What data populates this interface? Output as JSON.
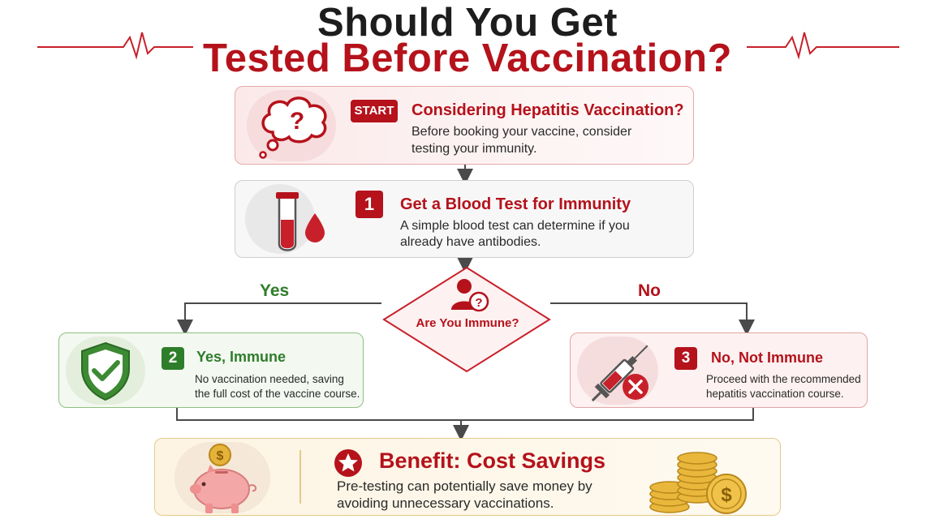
{
  "title": {
    "line1": "Should You Get",
    "line2": "Tested Before Vaccination?"
  },
  "colors": {
    "accent_red": "#b5121b",
    "accent_green": "#2e7d2a",
    "accent_gold": "#e5b33a"
  },
  "start": {
    "badge": "START",
    "title": "Considering Hepatitis Vaccination?",
    "text_line1": "Before booking your vaccine, consider",
    "text_line2": "testing your immunity.",
    "icon": "thought-bubble-question-icon"
  },
  "step1": {
    "number": "1",
    "title": "Get a Blood Test for Immunity",
    "text_line1": "A simple blood test can determine if you",
    "text_line2": "already have antibodies.",
    "icon": "blood-test-tube-icon"
  },
  "decision": {
    "label": "Are You Immune?",
    "icon": "person-question-icon",
    "yes_label": "Yes",
    "no_label": "No"
  },
  "step2": {
    "number": "2",
    "title": "Yes, Immune",
    "text_line1": "No vaccination needed, saving",
    "text_line2": "the full cost of the vaccine course.",
    "icon": "shield-check-icon"
  },
  "step3": {
    "number": "3",
    "title": "No, Not Immune",
    "text_line1": "Proceed with the recommended",
    "text_line2": "hepatitis vaccination course.",
    "icon": "syringe-x-icon"
  },
  "benefit": {
    "title": "Benefit: Cost Savings",
    "text_line1": "Pre-testing can potentially save money by",
    "text_line2": "avoiding unnecessary vaccinations.",
    "icons": [
      "piggy-bank-icon",
      "star-icon",
      "coin-stack-icon"
    ]
  }
}
